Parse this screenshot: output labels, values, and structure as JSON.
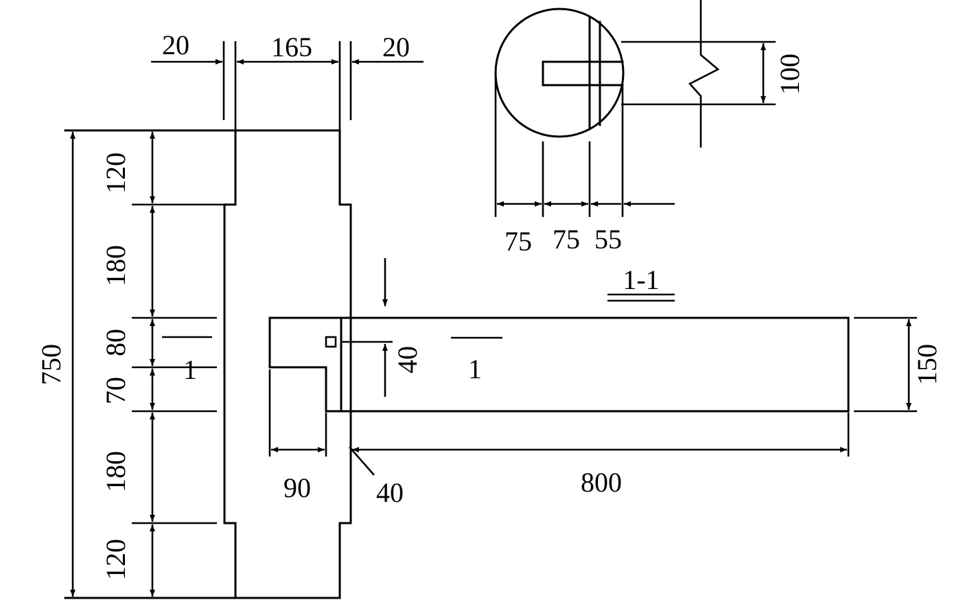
{
  "dimensions": {
    "top_left_gap": "20",
    "top_width": "165",
    "top_right_gap": "20",
    "total_height": "750",
    "seg_top_120": "120",
    "seg_180_upper": "180",
    "seg_80": "80",
    "seg_70": "70",
    "seg_180_lower": "180",
    "seg_bottom_120": "120",
    "corbel_90": "90",
    "corbel_40_bottom": "40",
    "span_800": "800",
    "depth_150": "150",
    "notch_40": "40",
    "circle_75_a": "75",
    "circle_75_b": "75",
    "circle_55": "55",
    "circle_100": "100"
  },
  "labels": {
    "section_mark_left": "1",
    "section_mark_right": "1",
    "section_title": "1-1"
  }
}
